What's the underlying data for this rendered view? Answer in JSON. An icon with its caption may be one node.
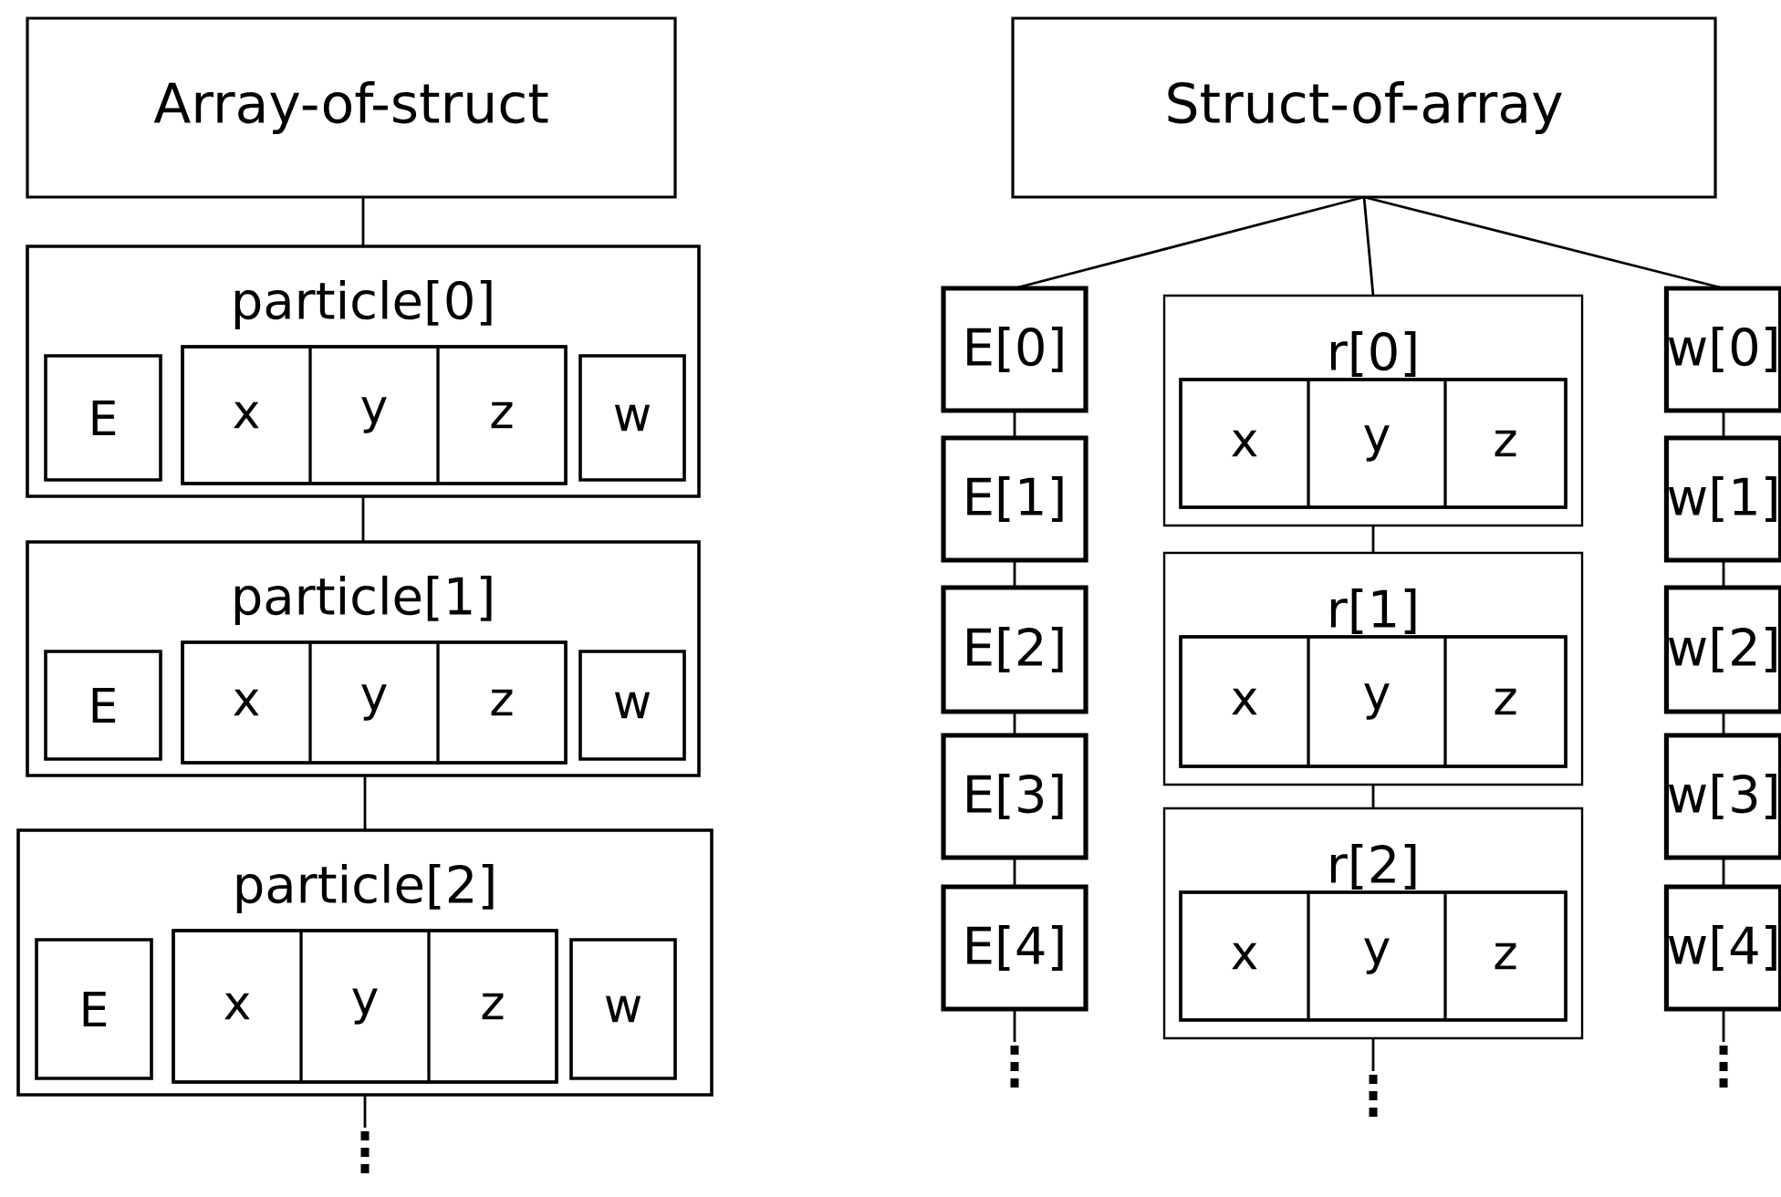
{
  "diagram": {
    "nodes": [
      {
        "text": [
          "Array-of-struct"
        ]
      },
      {
        "text": [
          "particle[0]"
        ]
      },
      {
        "text": [
          "E"
        ],
        "in": 1
      },
      {
        "text": [],
        "shape": "box",
        "in": 1
      },
      {
        "text": [
          "x"
        ],
        "in": 3
      },
      {
        "text": [
          "y"
        ],
        "in": 3
      },
      {
        "text": [
          "z"
        ],
        "in": 3
      },
      {
        "text": [
          "w"
        ],
        "in": 1
      },
      {
        "text": [
          "particle[1]"
        ]
      },
      {
        "text": [
          "E"
        ],
        "in": 8
      },
      {
        "text": [],
        "shape": "box",
        "in": 8
      },
      {
        "text": [
          "x"
        ],
        "in": 10
      },
      {
        "text": [
          "y"
        ],
        "in": 10
      },
      {
        "text": [
          "z"
        ],
        "in": 10
      },
      {
        "text": [
          "w"
        ],
        "in": 8
      },
      {
        "text": [
          "particle[2]"
        ]
      },
      {
        "text": [
          "E"
        ],
        "in": 15
      },
      {
        "text": [],
        "shape": "box",
        "in": 15
      },
      {
        "text": [
          "x"
        ],
        "in": 17
      },
      {
        "text": [
          "y"
        ],
        "in": 17
      },
      {
        "text": [
          "z"
        ],
        "in": 17
      },
      {
        "text": [
          "w"
        ],
        "in": 15
      },
      {
        "text": [
          "Struct-of-array"
        ]
      },
      {
        "text": [
          "E[0]"
        ]
      },
      {
        "text": [
          "E[1]"
        ]
      },
      {
        "text": [
          "E[2]"
        ]
      },
      {
        "text": [
          "E[3]"
        ]
      },
      {
        "text": [
          "E[4]"
        ]
      },
      {
        "text": [
          "r[0]"
        ]
      },
      {
        "text": [],
        "shape": "box",
        "in": 28
      },
      {
        "text": [
          "x"
        ],
        "in": 29
      },
      {
        "text": [
          "y"
        ],
        "in": 29
      },
      {
        "text": [
          "z"
        ],
        "in": 29
      },
      {
        "text": [
          "r[1]"
        ]
      },
      {
        "text": [],
        "shape": "box",
        "in": 33
      },
      {
        "text": [
          "x"
        ],
        "in": 34
      },
      {
        "text": [
          "y"
        ],
        "in": 34
      },
      {
        "text": [
          "z"
        ],
        "in": 34
      },
      {
        "text": [
          "r[2]"
        ]
      },
      {
        "text": [],
        "shape": "box",
        "in": 38
      },
      {
        "text": [
          "x"
        ],
        "in": 39
      },
      {
        "text": [
          "y"
        ],
        "in": 39
      },
      {
        "text": [
          "z"
        ],
        "in": 39
      },
      {
        "text": [
          "w[0]"
        ]
      },
      {
        "text": [
          "w[1]"
        ]
      },
      {
        "text": [
          "w[2]"
        ]
      },
      {
        "text": [
          "w[3]"
        ]
      },
      {
        "text": [
          "w[4]"
        ]
      }
    ],
    "edges": [
      {
        "from": 0,
        "to": 1,
        "arrow": "none"
      },
      {
        "from": 1,
        "to": 8,
        "arrow": "none"
      },
      {
        "from": 8,
        "to": 15,
        "arrow": "none"
      },
      {
        "from": 15,
        "to": null,
        "arrow": "none",
        "style": "dashed"
      },
      {
        "from": 22,
        "to": 23,
        "arrow": "none"
      },
      {
        "from": 22,
        "to": 28,
        "arrow": "none"
      },
      {
        "from": 22,
        "to": 43,
        "arrow": "none"
      },
      {
        "from": 23,
        "to": 24,
        "arrow": "none"
      },
      {
        "from": 24,
        "to": 25,
        "arrow": "none"
      },
      {
        "from": 25,
        "to": 26,
        "arrow": "none"
      },
      {
        "from": 26,
        "to": 27,
        "arrow": "none"
      },
      {
        "from": 27,
        "to": null,
        "arrow": "none",
        "style": "dashed"
      },
      {
        "from": 28,
        "to": 33,
        "arrow": "none"
      },
      {
        "from": 33,
        "to": 38,
        "arrow": "none"
      },
      {
        "from": 38,
        "to": null,
        "arrow": "none",
        "style": "dashed"
      },
      {
        "from": 43,
        "to": 44,
        "arrow": "none"
      },
      {
        "from": 44,
        "to": 45,
        "arrow": "none"
      },
      {
        "from": 45,
        "to": 46,
        "arrow": "none"
      },
      {
        "from": 46,
        "to": 47,
        "arrow": "none"
      },
      {
        "from": 47,
        "to": null,
        "arrow": "none",
        "style": "dashed"
      }
    ]
  }
}
